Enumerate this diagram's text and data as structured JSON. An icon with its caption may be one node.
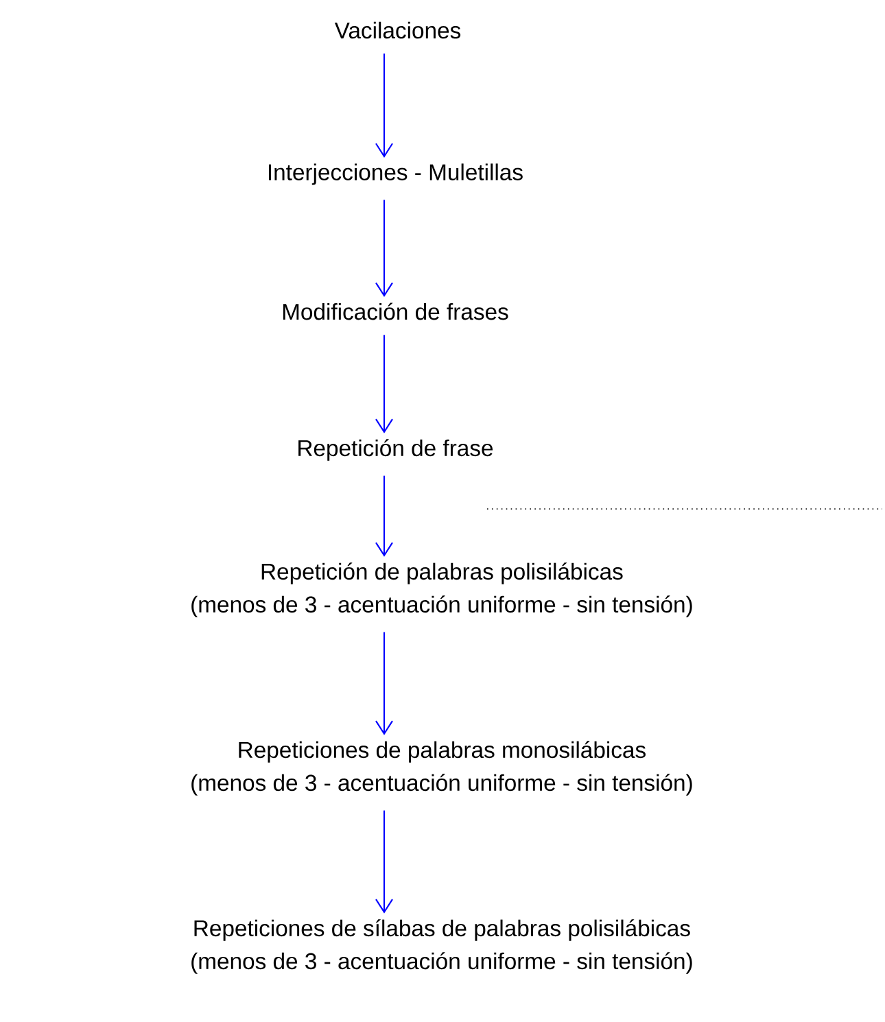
{
  "diagram": {
    "nodes": [
      {
        "text": [
          "Vacilaciones"
        ]
      },
      {
        "text": [
          "Interjecciones - Muletillas"
        ]
      },
      {
        "text": [
          "Modificación de frases"
        ]
      },
      {
        "text": [
          "Repetición de frase"
        ]
      },
      {
        "text": [
          "Repetición de palabras polisilábicas",
          "(menos de 3 - acentuación uniforme - sin tensión)"
        ]
      },
      {
        "text": [
          "Repeticiones de palabras monosilábicas",
          "(menos de 3 - acentuación uniforme - sin tensión)"
        ]
      },
      {
        "text": [
          "Repeticiones de sílabas de palabras polisilábicas",
          "(menos de 3 - acentuación uniforme - sin tensión)"
        ]
      }
    ],
    "edges": [
      {
        "from": 0,
        "to": 1,
        "arrow": "to"
      },
      {
        "from": 1,
        "to": 2,
        "arrow": "to"
      },
      {
        "from": 2,
        "to": 3,
        "arrow": "to"
      },
      {
        "from": 3,
        "to": 4,
        "arrow": "to"
      },
      {
        "from": 4,
        "to": 5,
        "arrow": "to"
      },
      {
        "from": 5,
        "to": 6,
        "arrow": "to"
      }
    ]
  }
}
